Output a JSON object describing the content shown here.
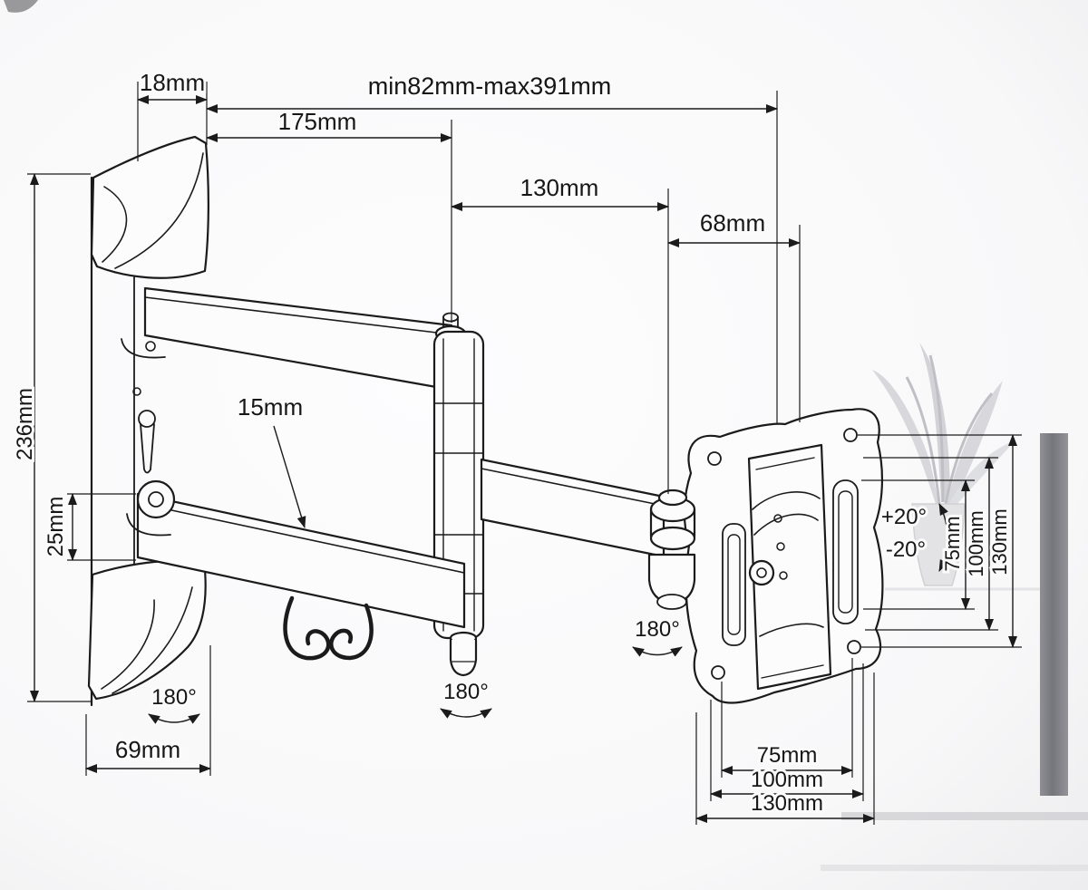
{
  "colors": {
    "line": "#1b1b1b",
    "background": "#fbfbfc",
    "shadow_bar": "#77777e"
  },
  "labels": {
    "d18": "18mm",
    "d175": "175mm",
    "dminmax": "min82mm-max391mm",
    "d130top": "130mm",
    "d68": "68mm",
    "d236": "236mm",
    "d25": "25mm",
    "d15": "15mm",
    "d69": "69mm",
    "r75": "75mm",
    "r100": "100mm",
    "r130": "130mm",
    "b75": "75mm",
    "b100": "100mm",
    "b130": "130mm",
    "rot1": "180°",
    "rot2": "180°",
    "rot3": "180°",
    "tiltUp": "+20°",
    "tiltDown": "-20°"
  }
}
